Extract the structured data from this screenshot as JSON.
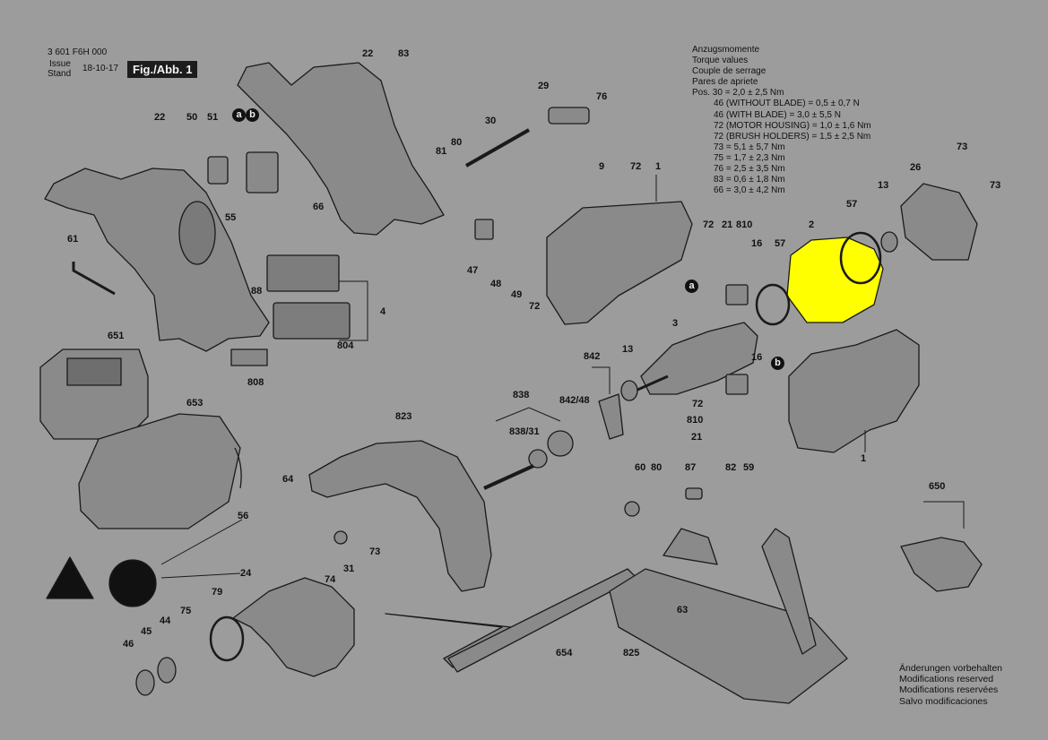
{
  "header": {
    "part_number": "3 601 F6H 000",
    "issue_label": "Issue",
    "stand_label": "Stand",
    "date": "18-10-17",
    "figure_label": "Fig./Abb. 1"
  },
  "torque": {
    "titles": [
      "Anzugsmomente",
      "Torque values",
      "Couple de serrage",
      "Pares de apriete"
    ],
    "first": "Pos. 30 = 2,0 ± 2,5 Nm",
    "rows": [
      "46 (WITHOUT BLADE) = 0,5 ± 0,7 N",
      "46 (WITH BLADE) = 3,0 ± 5,5 N",
      "72 (MOTOR HOUSING) = 1,0 ± 1,6 Nm",
      "72 (BRUSH HOLDERS) = 1,5 ± 2,5 Nm",
      "73 = 5,1 ± 5,7 Nm",
      "75 = 1,7 ± 2,3 Nm",
      "76 = 2,5 ± 3,5 Nm",
      "83 = 0,6 ± 1,8 Nm",
      "66 = 3,0 ± 4,2 Nm"
    ]
  },
  "notes": [
    "Änderungen vorbehalten",
    "Modifications reserved",
    "Modifications reservées",
    "Salvo modificaciones"
  ],
  "badges": [
    "a",
    "b"
  ],
  "highlight_color": "#ffff00",
  "background_color": "#9c9c9c",
  "part_labels": [
    "22",
    "50",
    "51",
    "55",
    "61",
    "22",
    "83",
    "29",
    "76",
    "30",
    "81",
    "80",
    "66",
    "88",
    "4",
    "804",
    "808",
    "9",
    "72",
    "1",
    "47",
    "48",
    "49",
    "72",
    "72",
    "21",
    "810",
    "16",
    "2",
    "57",
    "57",
    "13",
    "26",
    "73",
    "73",
    "3",
    "13",
    "842",
    "842/48",
    "16",
    "72",
    "810",
    "21",
    "1",
    "651",
    "653",
    "838",
    "838/31",
    "823",
    "64",
    "56",
    "24",
    "74",
    "31",
    "73",
    "60",
    "80",
    "87",
    "82",
    "59",
    "63",
    "654",
    "825",
    "650",
    "79",
    "75",
    "44",
    "45",
    "46"
  ]
}
